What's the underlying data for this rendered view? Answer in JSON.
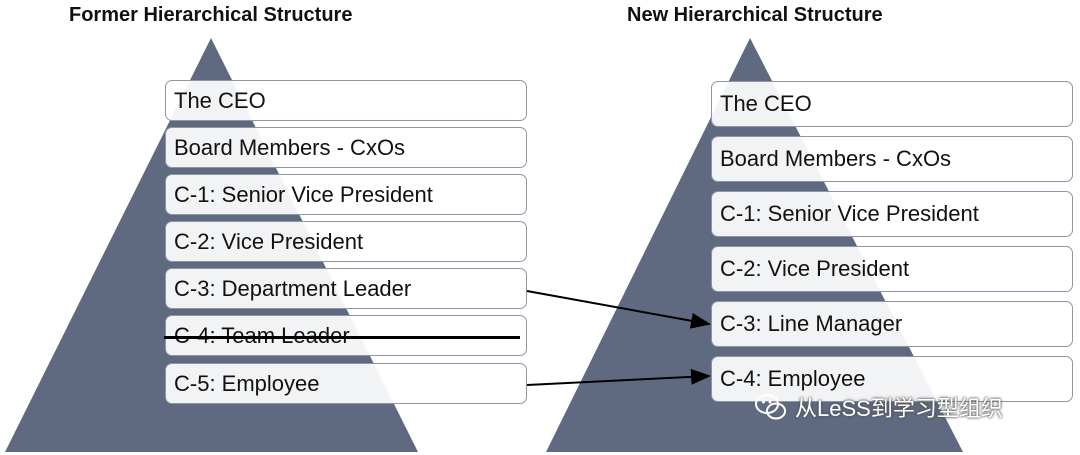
{
  "titles": {
    "former": "Former Hierarchical Structure",
    "new": "New Hierarchical Structure"
  },
  "former_levels": [
    "The CEO",
    "Board Members - CxOs",
    "C-1: Senior Vice President",
    "C-2: Vice President",
    "C-3: Department Leader",
    "C-4: Team Leader",
    "C-5: Employee"
  ],
  "former_struck_level": "C-4: Team Leader",
  "new_levels": [
    "The CEO",
    "Board Members - CxOs",
    "C-1: Senior Vice President",
    "C-2: Vice President",
    "C-3: Line Manager",
    "C-4: Employee"
  ],
  "mappings": [
    {
      "from": "C-3: Department Leader",
      "to": "C-3: Line Manager"
    },
    {
      "from": "C-5: Employee",
      "to": "C-4: Employee"
    }
  ],
  "watermark": "从LeSS到学习型组织",
  "colors": {
    "pyramid": "#5f6a80",
    "box_border": "#8f96a3",
    "arrow": "#000000"
  }
}
